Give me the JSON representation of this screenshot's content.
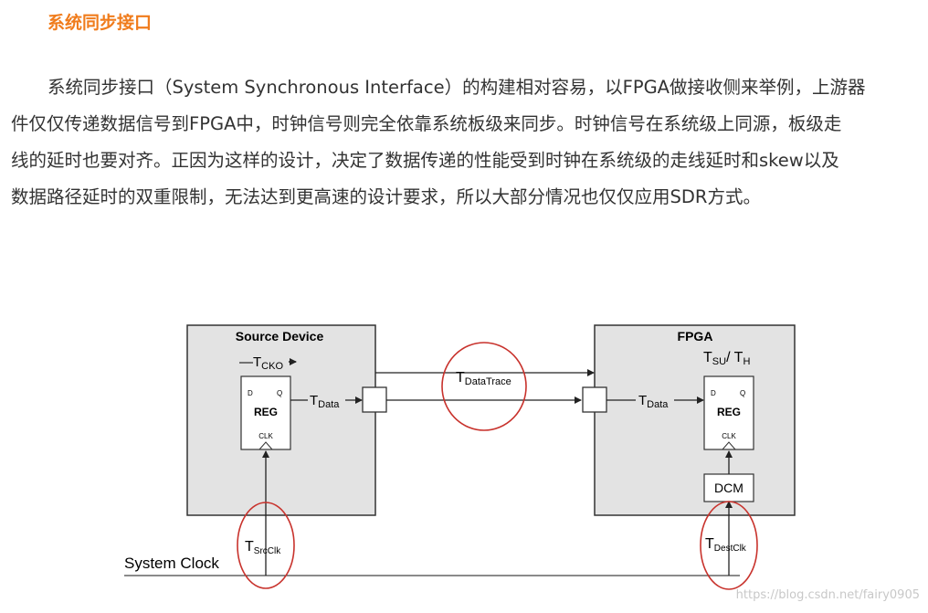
{
  "article": {
    "heading": "系统同步接口",
    "paragraph_lines": [
      "系统同步接口（System Synchronous Interface）的构建相对容易，以FPGA做接收侧来举例，上游器",
      "件仅仅传递数据信号到FPGA中，时钟信号则完全依靠系统板级来同步。时钟信号在系统级上同源，板级走",
      "线的延时也要对齐。正因为这样的设计，决定了数据传递的性能受到时钟在系统级的走线延时和skew以及",
      "数据路径延时的双重限制，无法达到更高速的设计要求，所以大部分情况也仅仅应用SDR方式。"
    ]
  },
  "diagram": {
    "source_device": {
      "title": "Source Device",
      "tcko": "—T",
      "tcko_sub": "CKO",
      "reg": {
        "d": "D",
        "q": "Q",
        "name": "REG",
        "clk": "CLK"
      },
      "tdata": "T",
      "tdata_sub": "Data"
    },
    "trace": {
      "label": "T",
      "label_sub": "DataTrace"
    },
    "fpga": {
      "title": "FPGA",
      "tsu": "T",
      "tsu_sub": "SU",
      "slash": "/ T",
      "th_sub": "H",
      "reg": {
        "d": "D",
        "q": "Q",
        "name": "REG",
        "clk": "CLK"
      },
      "tdata": "T",
      "tdata_sub": "Data",
      "dcm": "DCM"
    },
    "srcclk": {
      "label": "T",
      "label_sub": "SrcClk"
    },
    "destclk": {
      "label": "T",
      "label_sub": "DestClk"
    },
    "system_clock": "System Clock",
    "watermark": "https://blog.csdn.net/fairy0905",
    "colors": {
      "box_fill": "#e3e3e3",
      "circle": "#c8322c",
      "line": "#333333",
      "heading": "#f07c1c"
    }
  }
}
